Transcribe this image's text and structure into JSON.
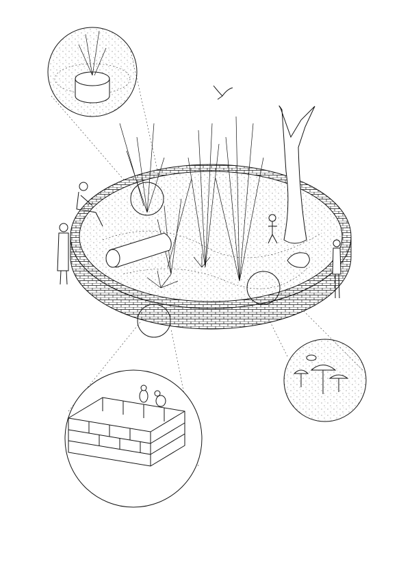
{
  "illustration": {
    "style": "axonometric black line drawing",
    "colors": {
      "line": "#111111",
      "background": "#ffffff"
    },
    "details": [
      "planter-detail",
      "brick-wall-detail",
      "ground-fungi-detail"
    ]
  }
}
